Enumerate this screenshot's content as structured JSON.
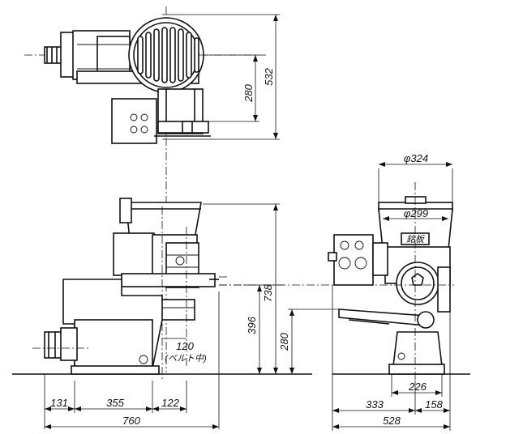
{
  "dimensions": {
    "top_view_height_total": "532",
    "top_view_height_inner": "280",
    "front_height_total": "738",
    "front_height_mid": "396",
    "front_height_inlet": "280",
    "front_offset": "120",
    "front_offset_note": "(ベルト中)",
    "front_width_left": "131",
    "front_width_middle": "355",
    "front_width_right": "122",
    "front_width_total": "760",
    "side_diameter_outer": "φ324",
    "side_diameter_inner": "φ299",
    "side_base_width": "226",
    "side_width_left": "333",
    "side_width_right": "158",
    "side_width_total": "528"
  },
  "labels": {
    "nameplate": "銘板"
  }
}
